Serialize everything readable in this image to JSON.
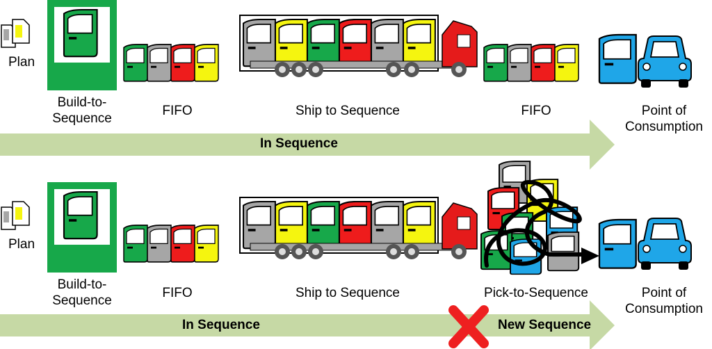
{
  "colors": {
    "door_green": "#17a84a",
    "door_gray": "#a6a6a6",
    "door_red": "#ee1c1c",
    "door_yellow": "#f5f50f",
    "door_blue": "#1fa6e8",
    "flow_arrow": "#c6d9a5",
    "truck_red": "#e51b1b",
    "cross": "#ee2020",
    "tangle": "#000000"
  },
  "icons": [
    "document-stack-icon",
    "door-icon",
    "truck-icon",
    "car-icon",
    "cross-icon"
  ],
  "top_row": {
    "plan": "Plan",
    "build_line1": "Build-to-",
    "build_line2": "Sequence",
    "fifo_1": "FIFO",
    "ship": "Ship to Sequence",
    "fifo_2": "FIFO",
    "poc_line1": "Point of",
    "poc_line2": "Consumption",
    "arrow_label": "In Sequence"
  },
  "bottom_row": {
    "plan": "Plan",
    "build_line1": "Build-to-",
    "build_line2": "Sequence",
    "fifo": "FIFO",
    "ship": "Ship to Sequence",
    "pick": "Pick-to-Sequence",
    "poc_line1": "Point of",
    "poc_line2": "Consumption",
    "arrow_label_1": "In Sequence",
    "arrow_label_2": "New Sequence"
  }
}
